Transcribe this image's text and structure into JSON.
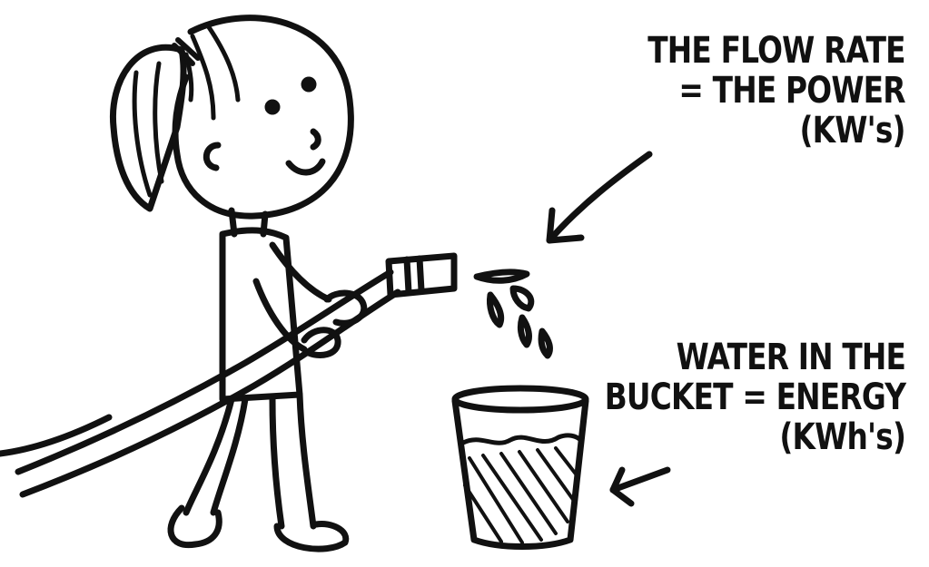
{
  "annotations": {
    "power": {
      "line1": "THE FLOW RATE",
      "line2": "= THE POWER",
      "line3": "(KW's)"
    },
    "energy": {
      "line1": "WATER IN THE",
      "line2": "BUCKET = ENERGY",
      "line3": "(KWh's)"
    }
  },
  "colors": {
    "ink": "#111111",
    "background": "#ffffff"
  },
  "illustration": {
    "subject": "girl-with-hose-icon",
    "bucket": "bucket-icon",
    "droplets": "water-droplets-icon"
  }
}
